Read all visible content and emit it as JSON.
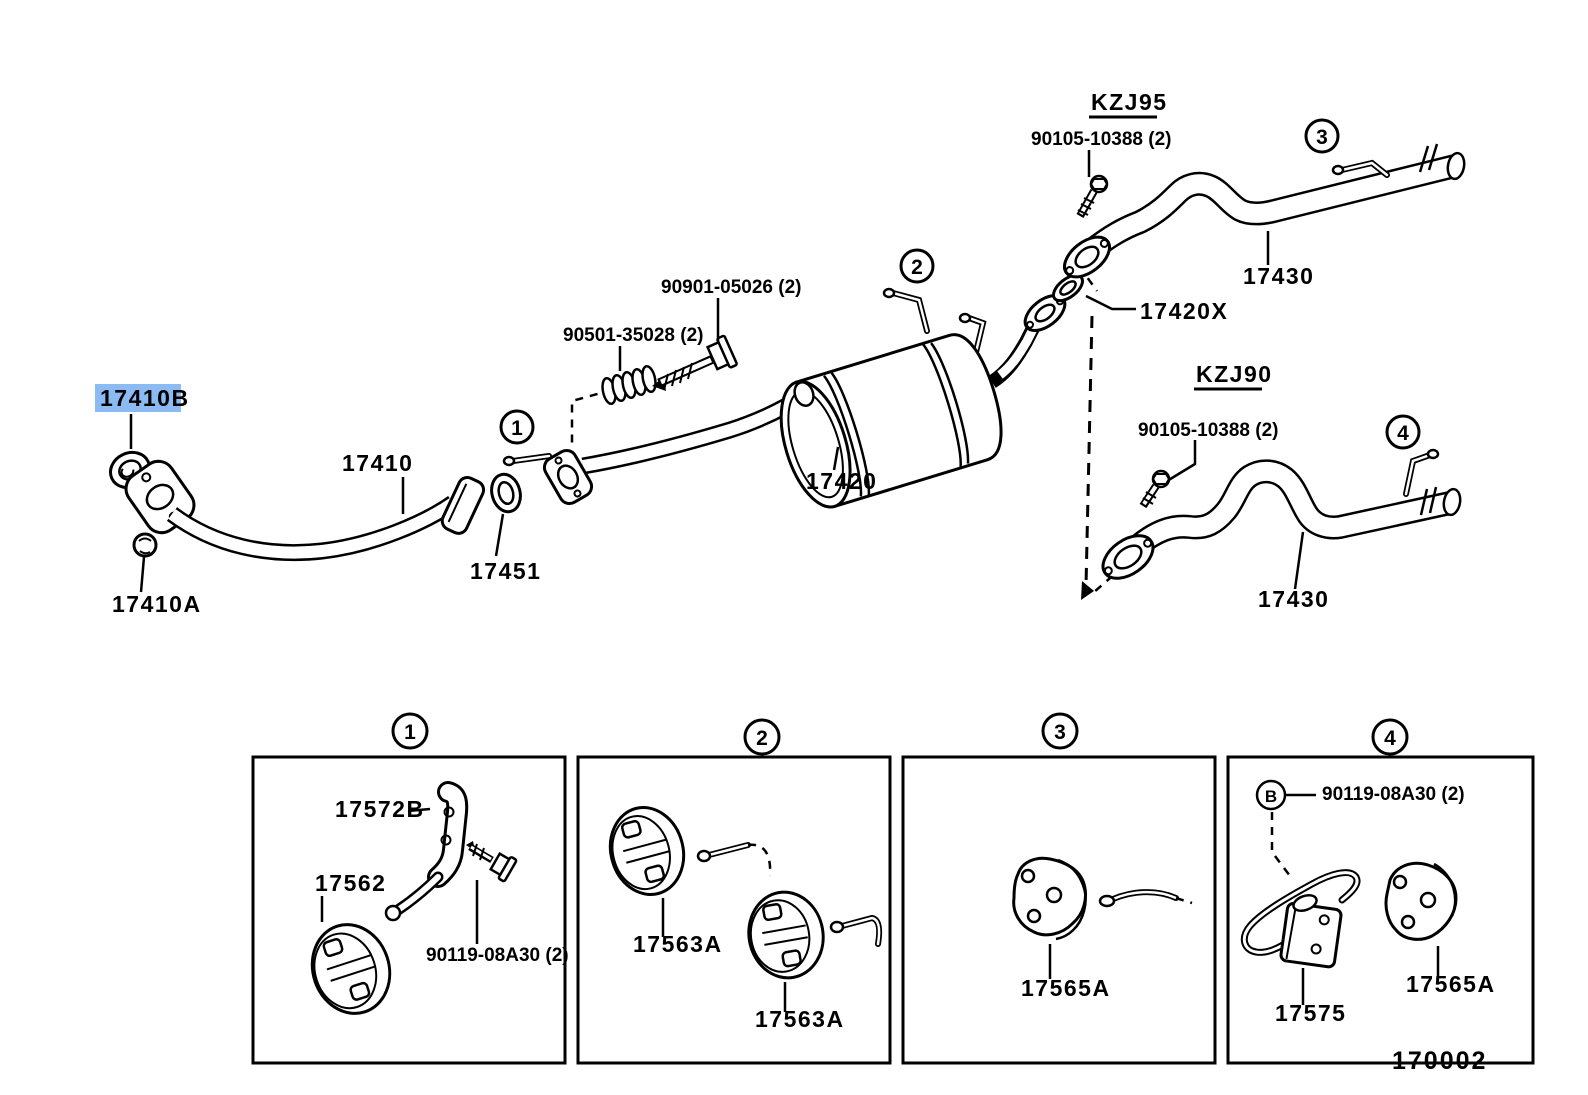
{
  "figure": {
    "number": "170002"
  },
  "colors": {
    "highlight_bg": "#8CBAF2",
    "highlight_text": "#0A3A92",
    "ink": "#000000"
  },
  "main": {
    "front_gasket_label": "17410B",
    "front_pipe_label": "17410",
    "front_nut_label": "17410A",
    "center_gasket_label": "17451",
    "spring_label": "90501-35028 (2)",
    "bolt_label": "90901-05026 (2)",
    "muffler_label": "17420",
    "tail_gasket_label": "17420X",
    "callout_1": "1",
    "callout_2": "2",
    "kzj95": {
      "header": "KZJ95",
      "bolt_label": "90105-10388 (2)",
      "pipe_label": "17430",
      "callout": "3"
    },
    "kzj90": {
      "header": "KZJ90",
      "bolt_label": "90105-10388 (2)",
      "pipe_label": "17430",
      "callout": "4"
    }
  },
  "panels": [
    {
      "callout": "1",
      "bracket_label": "17572B",
      "hanger_label": "17562",
      "bolt_label": "90119-08A30 (2)"
    },
    {
      "callout": "2",
      "hanger1_label": "17563A",
      "hanger2_label": "17563A"
    },
    {
      "callout": "3",
      "hanger_label": "17565A"
    },
    {
      "callout": "4",
      "letter": "B",
      "bolt_label": "90119-08A30 (2)",
      "bracket_label": "17575",
      "hanger_label": "17565A"
    }
  ]
}
